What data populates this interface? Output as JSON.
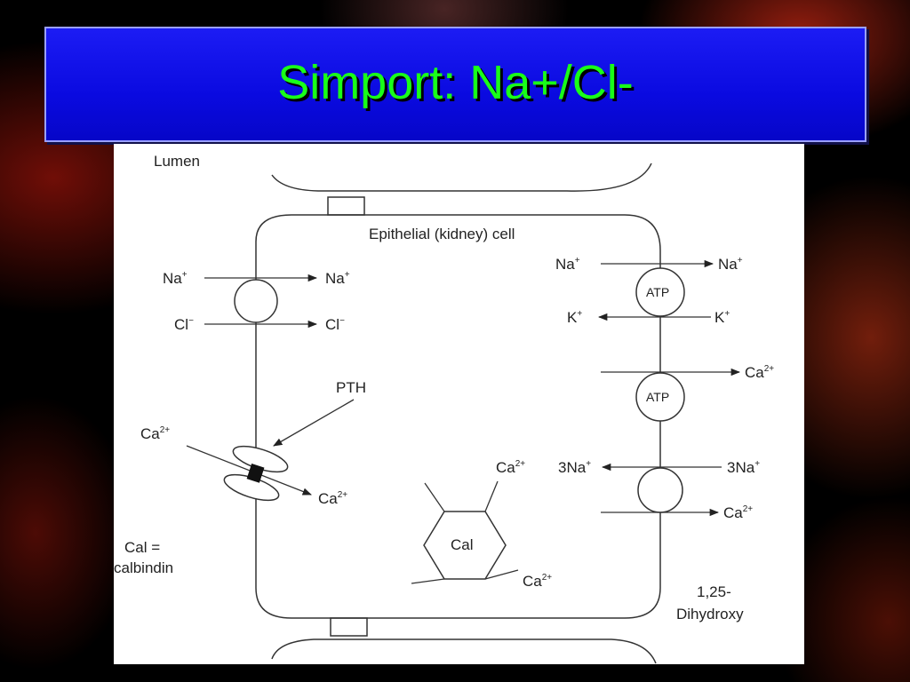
{
  "slide": {
    "title": "Simport: Na+/Cl-"
  },
  "diagram": {
    "lumen_label": "Lumen",
    "cell_label": "Epithelial (kidney) cell",
    "pth_label": "PTH",
    "atp_label": "ATP",
    "cal_label": "Cal",
    "legend_line1": "Cal =",
    "legend_line2": "calbindin",
    "vitd_line1": "1,25-",
    "vitd_line2": "Dihydroxy",
    "ions": {
      "na": "Na",
      "cl": "Cl",
      "k": "K",
      "ca": "Ca",
      "na3": "3Na",
      "plus": "+",
      "minus": "−",
      "two_plus": "2+"
    }
  }
}
